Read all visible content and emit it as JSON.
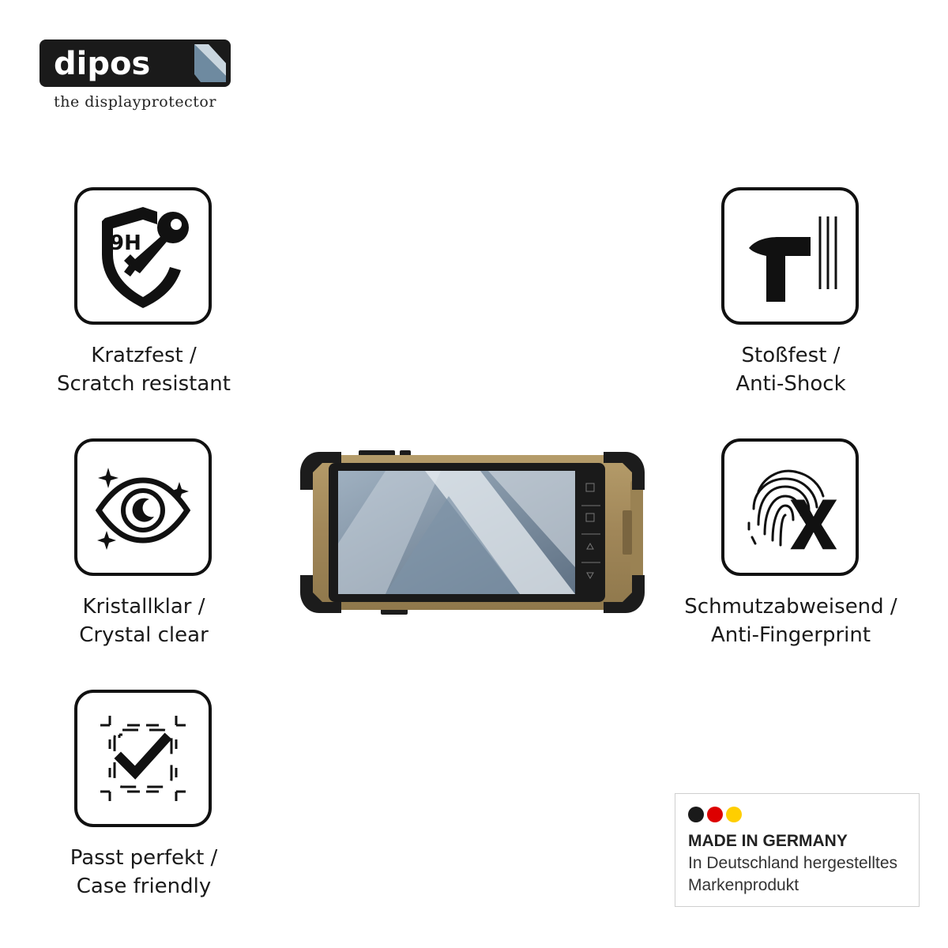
{
  "brand": {
    "logo_text": "dipos",
    "tagline": "the displayprotector"
  },
  "features": [
    {
      "icon": "scratch-resistant-icon",
      "icon_text": "9H",
      "line1": "Kratzfest /",
      "line2": "Scratch resistant"
    },
    {
      "icon": "crystal-clear-icon",
      "line1": "Kristallklar /",
      "line2": "Crystal clear"
    },
    {
      "icon": "case-friendly-icon",
      "line1": "Passt perfekt /",
      "line2": "Case friendly"
    },
    {
      "icon": "anti-shock-icon",
      "line1": "Stoßfest /",
      "line2": "Anti-Shock"
    },
    {
      "icon": "anti-fingerprint-icon",
      "line1": "Schmutzabweisend /",
      "line2": "Anti-Fingerprint"
    }
  ],
  "made_in_germany": {
    "title": "MADE IN GERMANY",
    "line1": "In Deutschland hergestelltes",
    "line2": "Markenprodukt",
    "flag_colors": [
      "#1a1a1a",
      "#dd0000",
      "#ffce00"
    ]
  },
  "device": {
    "body_color": "#a8905f",
    "bumper_color": "#1c1c1c"
  }
}
